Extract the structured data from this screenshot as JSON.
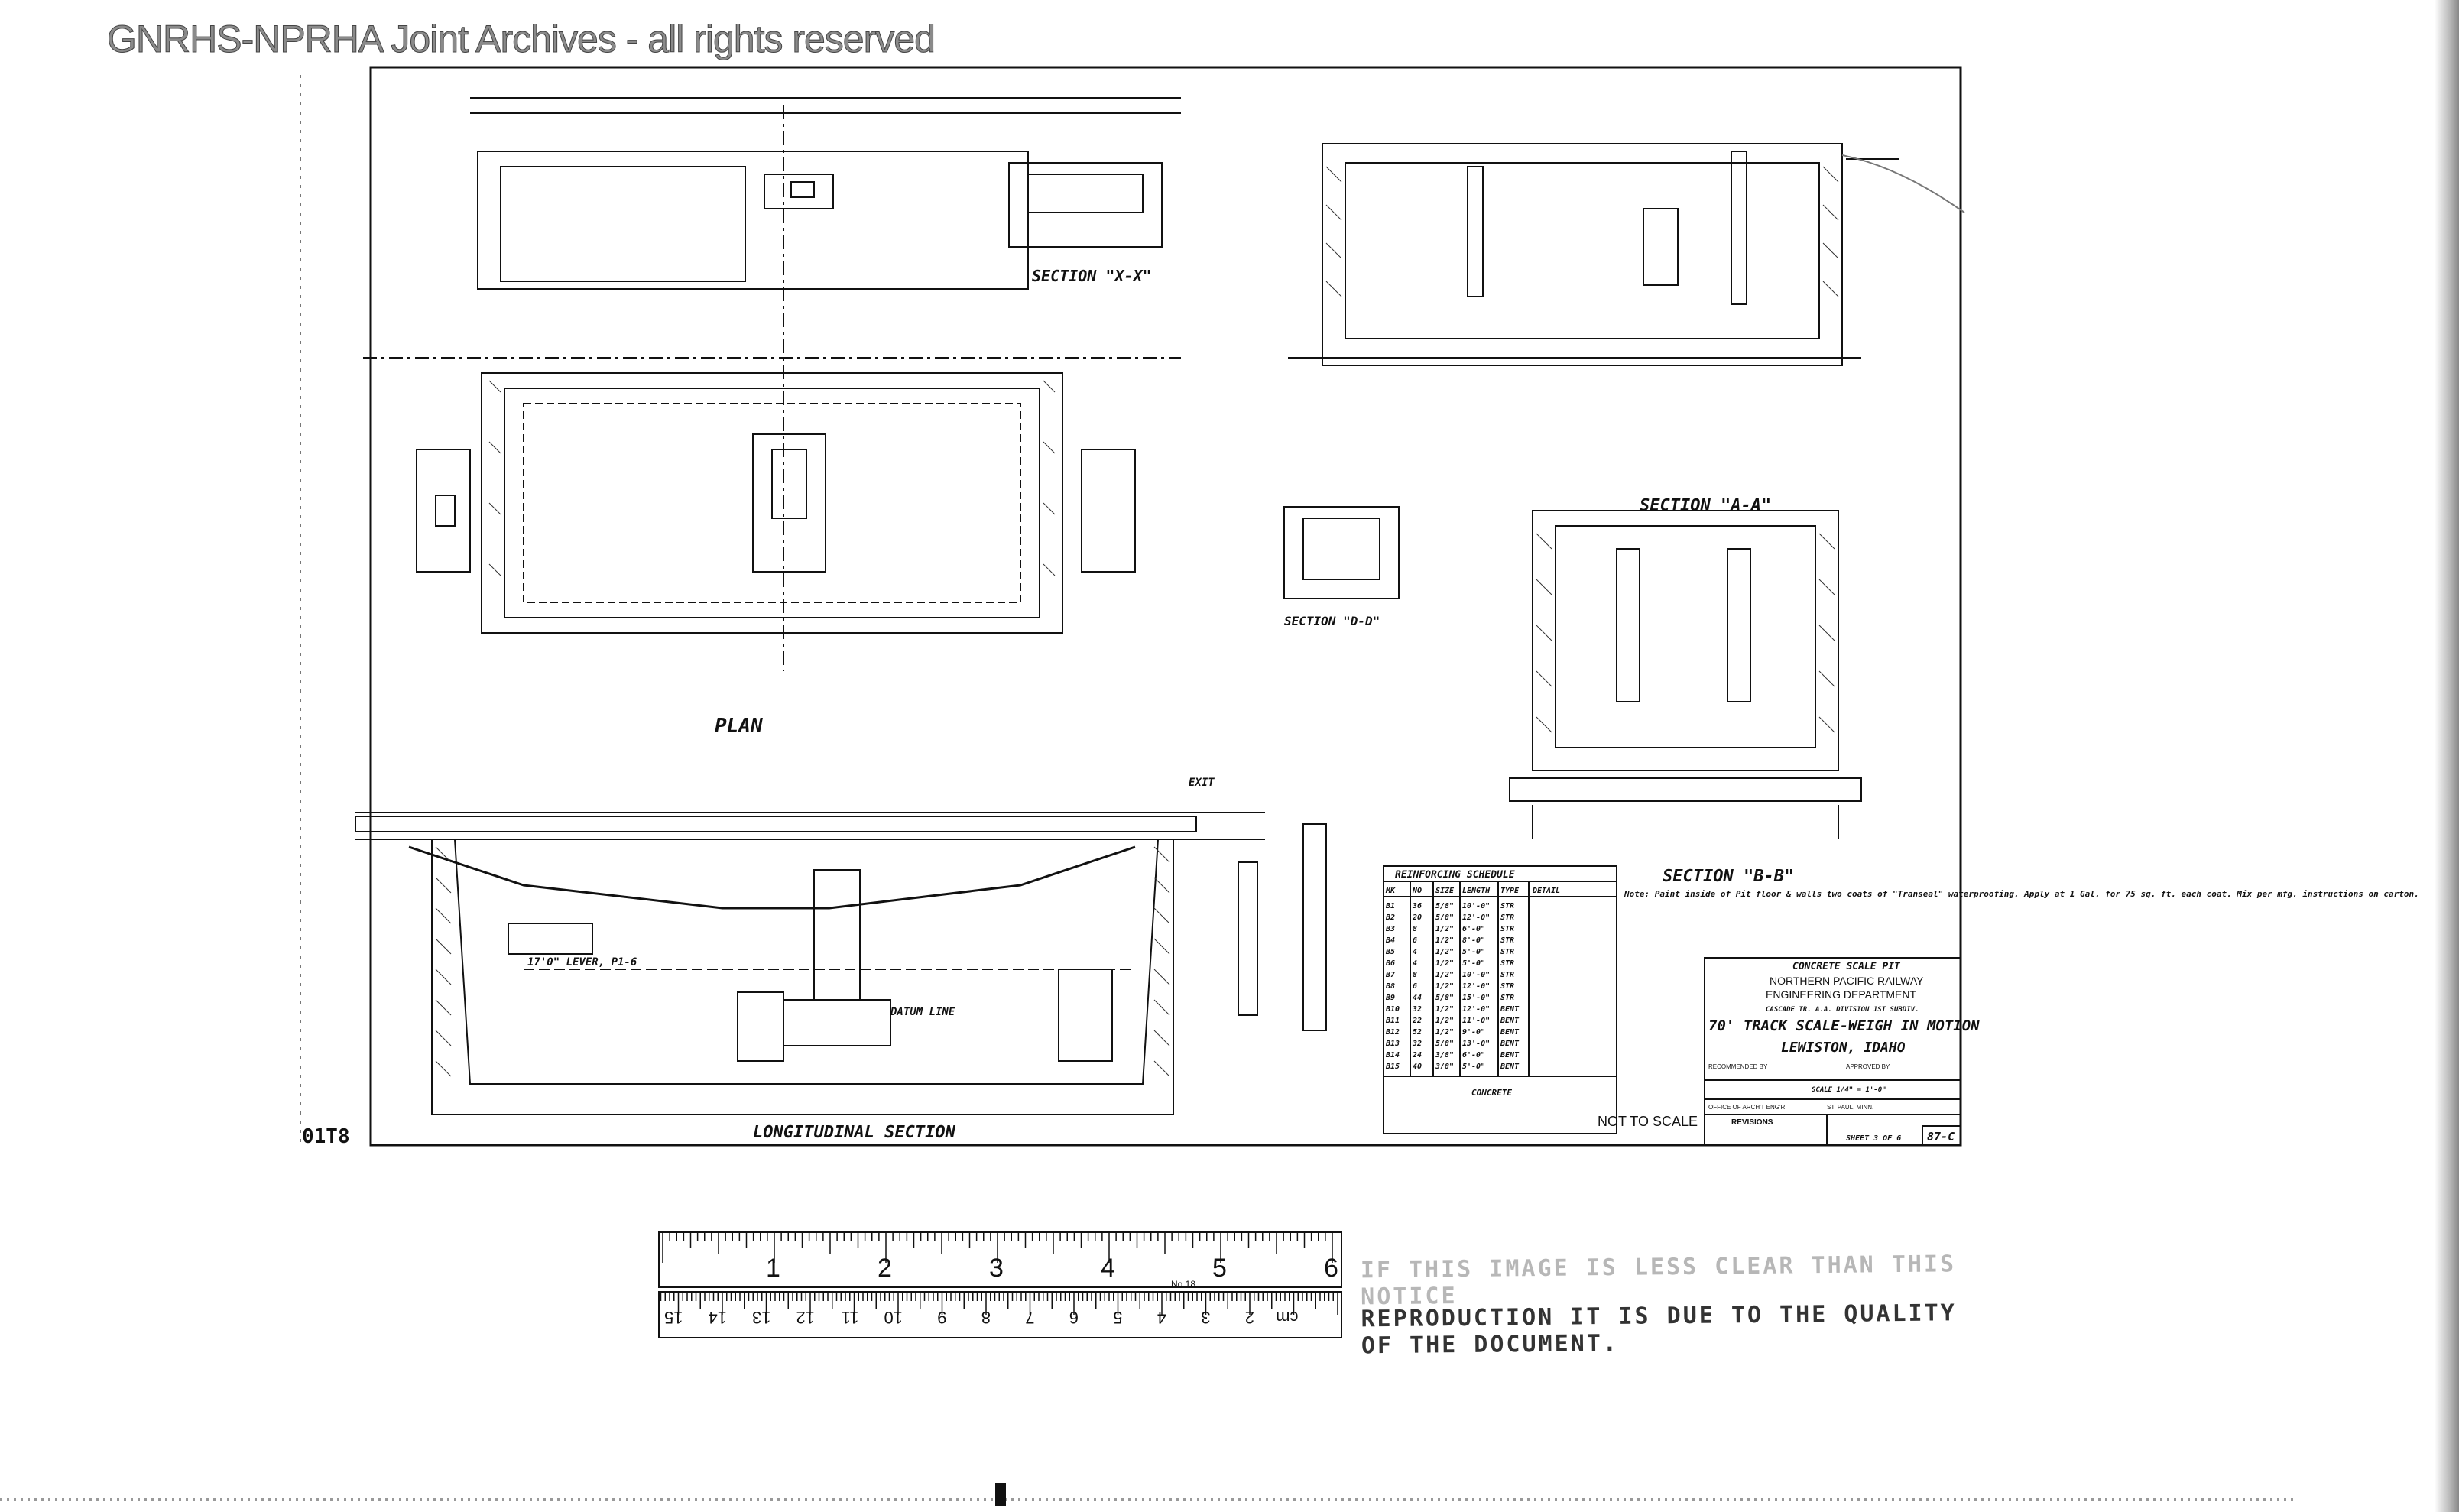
{
  "watermark": "GNRHS-NPRHA Joint Archives - all rights reserved",
  "drawing": {
    "sheet_ref": "01T8",
    "views": {
      "plan": "PLAN",
      "section_xx": "SECTION \"X-X\"",
      "section_aa": "SECTION \"A-A\"",
      "section_bb": "SECTION \"B-B\"",
      "section_dd": "SECTION \"D-D\"",
      "longitudinal": "LONGITUDINAL SECTION"
    },
    "callouts": {
      "lever": "17'0\" LEVER, P1-6",
      "datum": "DATUM LINE",
      "grade_exit": "EXIT",
      "not_to_scale": "NOT TO SCALE",
      "notes": "Note: Paint inside of Pit floor & walls two coats of \"Transeal\" waterproofing. Apply at 1 Gal. for 75 sq. ft. each coat. Mix per mfg. instructions on carton."
    },
    "reinforcing_schedule": {
      "title": "REINFORCING SCHEDULE",
      "headers": [
        "MK",
        "NO",
        "SIZE",
        "LENGTH",
        "TYPE",
        "DETAIL"
      ],
      "rows": [
        [
          "B1",
          "36",
          "5/8\"",
          "10'-0\"",
          "STR"
        ],
        [
          "B2",
          "20",
          "5/8\"",
          "12'-0\"",
          "STR"
        ],
        [
          "B3",
          "8",
          "1/2\"",
          "6'-0\"",
          "STR"
        ],
        [
          "B4",
          "6",
          "1/2\"",
          "8'-0\"",
          "STR"
        ],
        [
          "B5",
          "4",
          "1/2\"",
          "5'-0\"",
          "STR"
        ],
        [
          "B6",
          "4",
          "1/2\"",
          "5'-0\"",
          "STR"
        ],
        [
          "B7",
          "8",
          "1/2\"",
          "10'-0\"",
          "STR"
        ],
        [
          "B8",
          "6",
          "1/2\"",
          "12'-0\"",
          "STR"
        ],
        [
          "B9",
          "44",
          "5/8\"",
          "15'-0\"",
          "STR"
        ],
        [
          "B10",
          "32",
          "1/2\"",
          "12'-0\"",
          "BENT"
        ],
        [
          "B11",
          "22",
          "1/2\"",
          "11'-0\"",
          "BENT"
        ],
        [
          "B12",
          "52",
          "1/2\"",
          "9'-0\"",
          "BENT"
        ],
        [
          "B13",
          "32",
          "5/8\"",
          "13'-0\"",
          "BENT"
        ],
        [
          "B14",
          "24",
          "3/8\"",
          "6'-0\"",
          "BENT"
        ],
        [
          "B15",
          "40",
          "3/8\"",
          "5'-0\"",
          "BENT"
        ]
      ],
      "concrete_title": "CONCRETE"
    },
    "title_block": {
      "header": "CONCRETE SCALE PIT",
      "railway": "NORTHERN PACIFIC RAILWAY",
      "department": "ENGINEERING DEPARTMENT",
      "division": "CASCADE TR. A.A. DIVISION 1ST SUBDIV.",
      "title": "70' TRACK SCALE-WEIGH IN MOTION",
      "location": "LEWISTON, IDAHO",
      "recommended": "RECOMMENDED BY",
      "approved": "APPROVED BY",
      "scale": "SCALE 1/4\" = 1'-0\"",
      "office": "OFFICE OF ARCH'T ENG'R",
      "city": "ST. PAUL, MINN.",
      "revisions": "REVISIONS",
      "sheet": "SHEET 3 OF 6",
      "file": "87-C"
    }
  },
  "ruler": {
    "inches": [
      "1",
      "2",
      "3",
      "4",
      "5",
      "6"
    ],
    "cm": [
      "cm",
      "2",
      "3",
      "4",
      "5",
      "6",
      "7",
      "8",
      "9",
      "10",
      "11",
      "12",
      "13",
      "14",
      "15"
    ],
    "model": "No.18"
  },
  "disclaimer_line1": "IF THIS IMAGE IS LESS CLEAR THAN THIS NOTICE",
  "disclaimer_line2": "REPRODUCTION IT IS DUE TO THE QUALITY OF THE DOCUMENT."
}
